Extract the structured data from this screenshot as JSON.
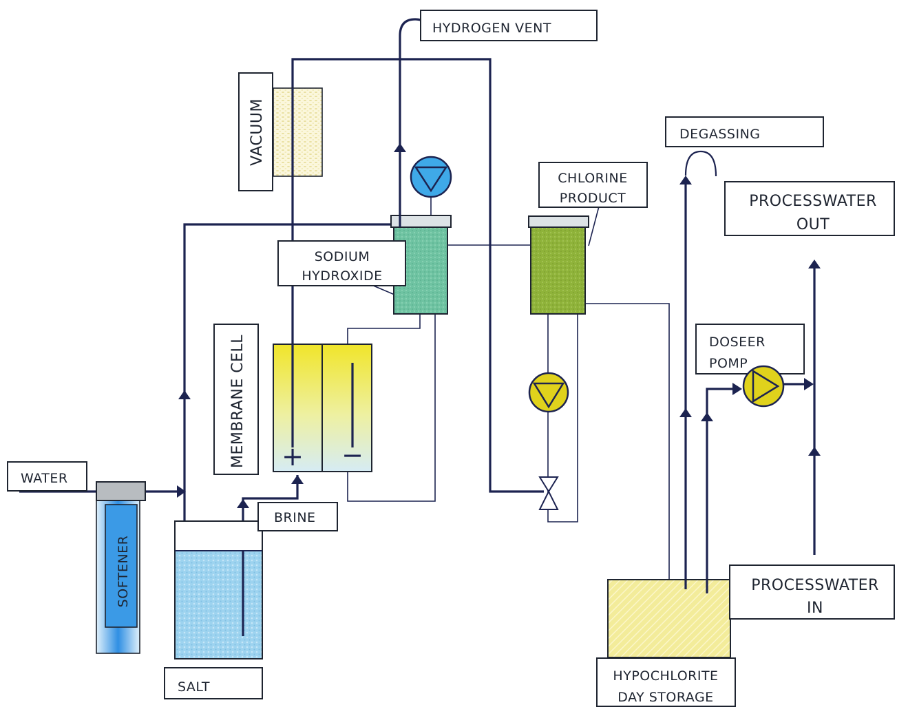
{
  "labels": {
    "hydrogen_vent": "HYDROGEN VENT",
    "vacuum": "VACUUM",
    "degassing": "DEGASSING",
    "chlorine_product_1": "CHLORINE",
    "chlorine_product_2": "PRODUCT",
    "processwater_out_1": "PROCESSWATER",
    "processwater_out_2": "OUT",
    "sodium_hydroxide_1": "SODIUM",
    "sodium_hydroxide_2": "HYDROXIDE",
    "membrane_cell": "MEMBRANE CELL",
    "doseer_pomp_1": "DOSEER",
    "doseer_pomp_2": "POMP",
    "water": "WATER",
    "brine": "BRINE",
    "softener": "SOFTENER",
    "salt": "SALT",
    "processwater_in_1": "PROCESSWATER",
    "processwater_in_2": "IN",
    "hypochlorite_1": "HYPOCHLORITE",
    "hypochlorite_2": "DAY STORAGE",
    "anode_sign": "+",
    "cathode_sign": "−"
  },
  "colors": {
    "pipe": "#1c2350",
    "naoh_tank": "#6fc3a2",
    "chlorine_tank": "#8fb33a",
    "brine_tank": "#9dd3ef",
    "hypochlorite_tank": "#f3ec9a",
    "membrane_top": "#f0e52a",
    "membrane_bottom": "#d6ecf4",
    "pump_blue": "#3fa9e8",
    "pump_yellow": "#e0d21c",
    "softener": "#3b9ae6",
    "vacuum_fill": "#f7f1c8"
  },
  "icons": [
    "pump-icon",
    "valve-icon",
    "vent-hook-icon",
    "arrow-icon"
  ]
}
